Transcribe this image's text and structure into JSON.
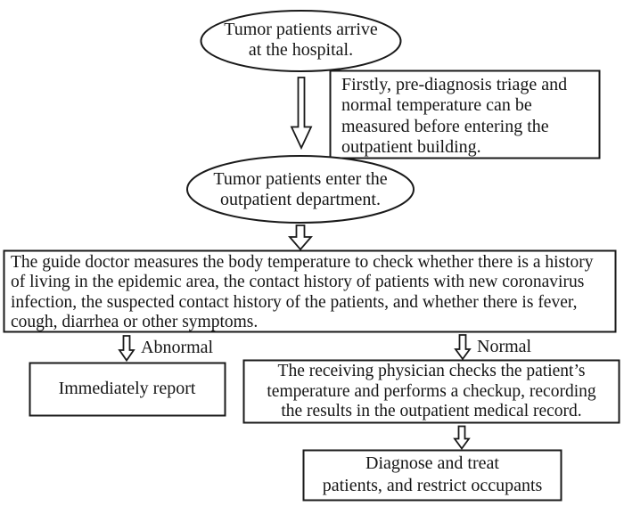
{
  "diagram": {
    "background": "#ffffff",
    "stroke_color": "#1a1a1a",
    "shape_fill": "#ffffff",
    "text_color": "#151515",
    "nodes": {
      "arrive": {
        "shape": "ellipse",
        "text": "Tumor patients arrive\nat the hospital."
      },
      "triage_note": {
        "shape": "rect",
        "text": "Firstly, pre-diagnosis triage and\nnormal temperature can be\nmeasured before entering the\noutpatient building."
      },
      "enter": {
        "shape": "ellipse",
        "text": "Tumor patients enter the\noutpatient department."
      },
      "guide_doctor": {
        "shape": "rect",
        "text": "The guide doctor measures the body temperature to check whether there is a history\nof living in the epidemic area, the contact history of patients with new coronavirus\ninfection, the suspected contact history of the patients, and whether there is fever,\ncough, diarrhea or other symptoms."
      },
      "report": {
        "shape": "rect",
        "text": "Immediately report"
      },
      "physician": {
        "shape": "rect",
        "text": "The receiving physician checks the patient’s\ntemperature and performs a checkup, recording\nthe results in the outpatient medical record."
      },
      "diagnose": {
        "shape": "rect",
        "text": "Diagnose and treat\npatients, and restrict occupants"
      }
    },
    "edge_labels": {
      "abnormal": "Abnormal",
      "normal": "Normal"
    }
  }
}
